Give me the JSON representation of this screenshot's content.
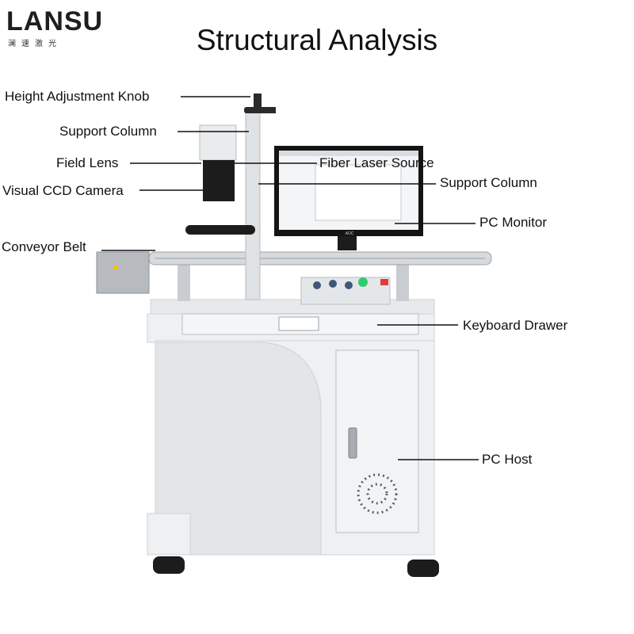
{
  "brand": {
    "logo_text": "LANSU",
    "logo_subtext": "澜速激光"
  },
  "title": "Structural Analysis",
  "callouts": {
    "height_adjustment_knob": "Height Adjustment Knob",
    "support_column_left": "Support Column",
    "field_lens": "Field Lens",
    "visual_ccd_camera": "Visual CCD Camera",
    "conveyor_belt": "Conveyor Belt",
    "fiber_laser_source": "Fiber Laser Source",
    "support_column_right": "Support Column",
    "pc_monitor": "PC Monitor",
    "keyboard_drawer": "Keyboard Drawer",
    "pc_host": "PC Host"
  },
  "monitor_brand": "AOC",
  "colors": {
    "cabinet": "#eef0f2",
    "cabinet_shadow": "#d6d9dc",
    "steel": "#c9cdd1",
    "dark": "#1c1c1c",
    "button_green": "#2ecc71",
    "button_red": "#e23b3b"
  }
}
